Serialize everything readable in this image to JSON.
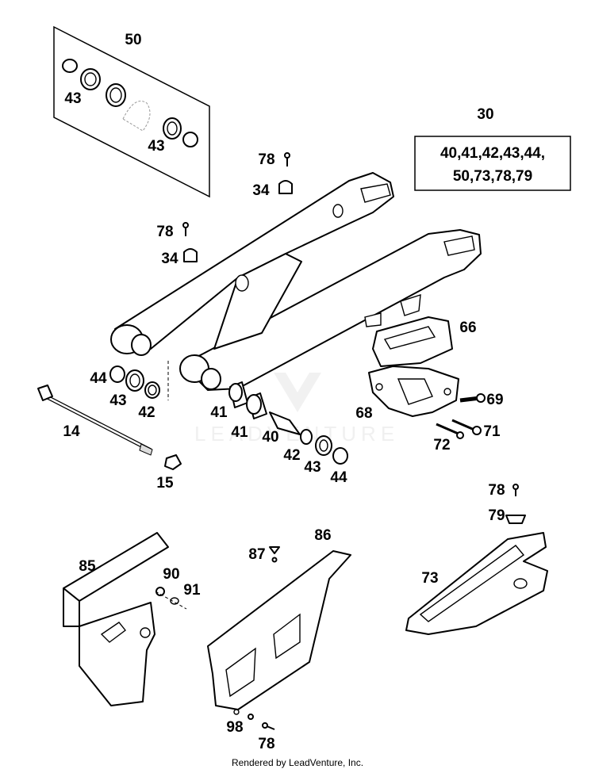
{
  "callouts": {
    "c50": "50",
    "c43_top_a": "43",
    "c43_top_b": "43",
    "c30": "30",
    "c78_a": "78",
    "c34_a": "34",
    "c78_b": "78",
    "c34_b": "34",
    "c66": "66",
    "c44_left": "44",
    "c43_left": "43",
    "c42_left": "42",
    "c41_a": "41",
    "c41_b": "41",
    "c14": "14",
    "c68": "68",
    "c69": "69",
    "c71": "71",
    "c72": "72",
    "c40": "40",
    "c42_right": "42",
    "c43_right": "43",
    "c44_right": "44",
    "c15": "15",
    "c78_c": "78",
    "c79": "79",
    "c85": "85",
    "c90": "90",
    "c91": "91",
    "c87": "87",
    "c86": "86",
    "c73": "73",
    "c98": "98",
    "c78_d": "78"
  },
  "kit_box": {
    "line1": "40,41,42,43,44,",
    "line2": "50,73,78,79"
  },
  "watermark": "LEADVENTURE",
  "footer": "Rendered by LeadVenture, Inc."
}
